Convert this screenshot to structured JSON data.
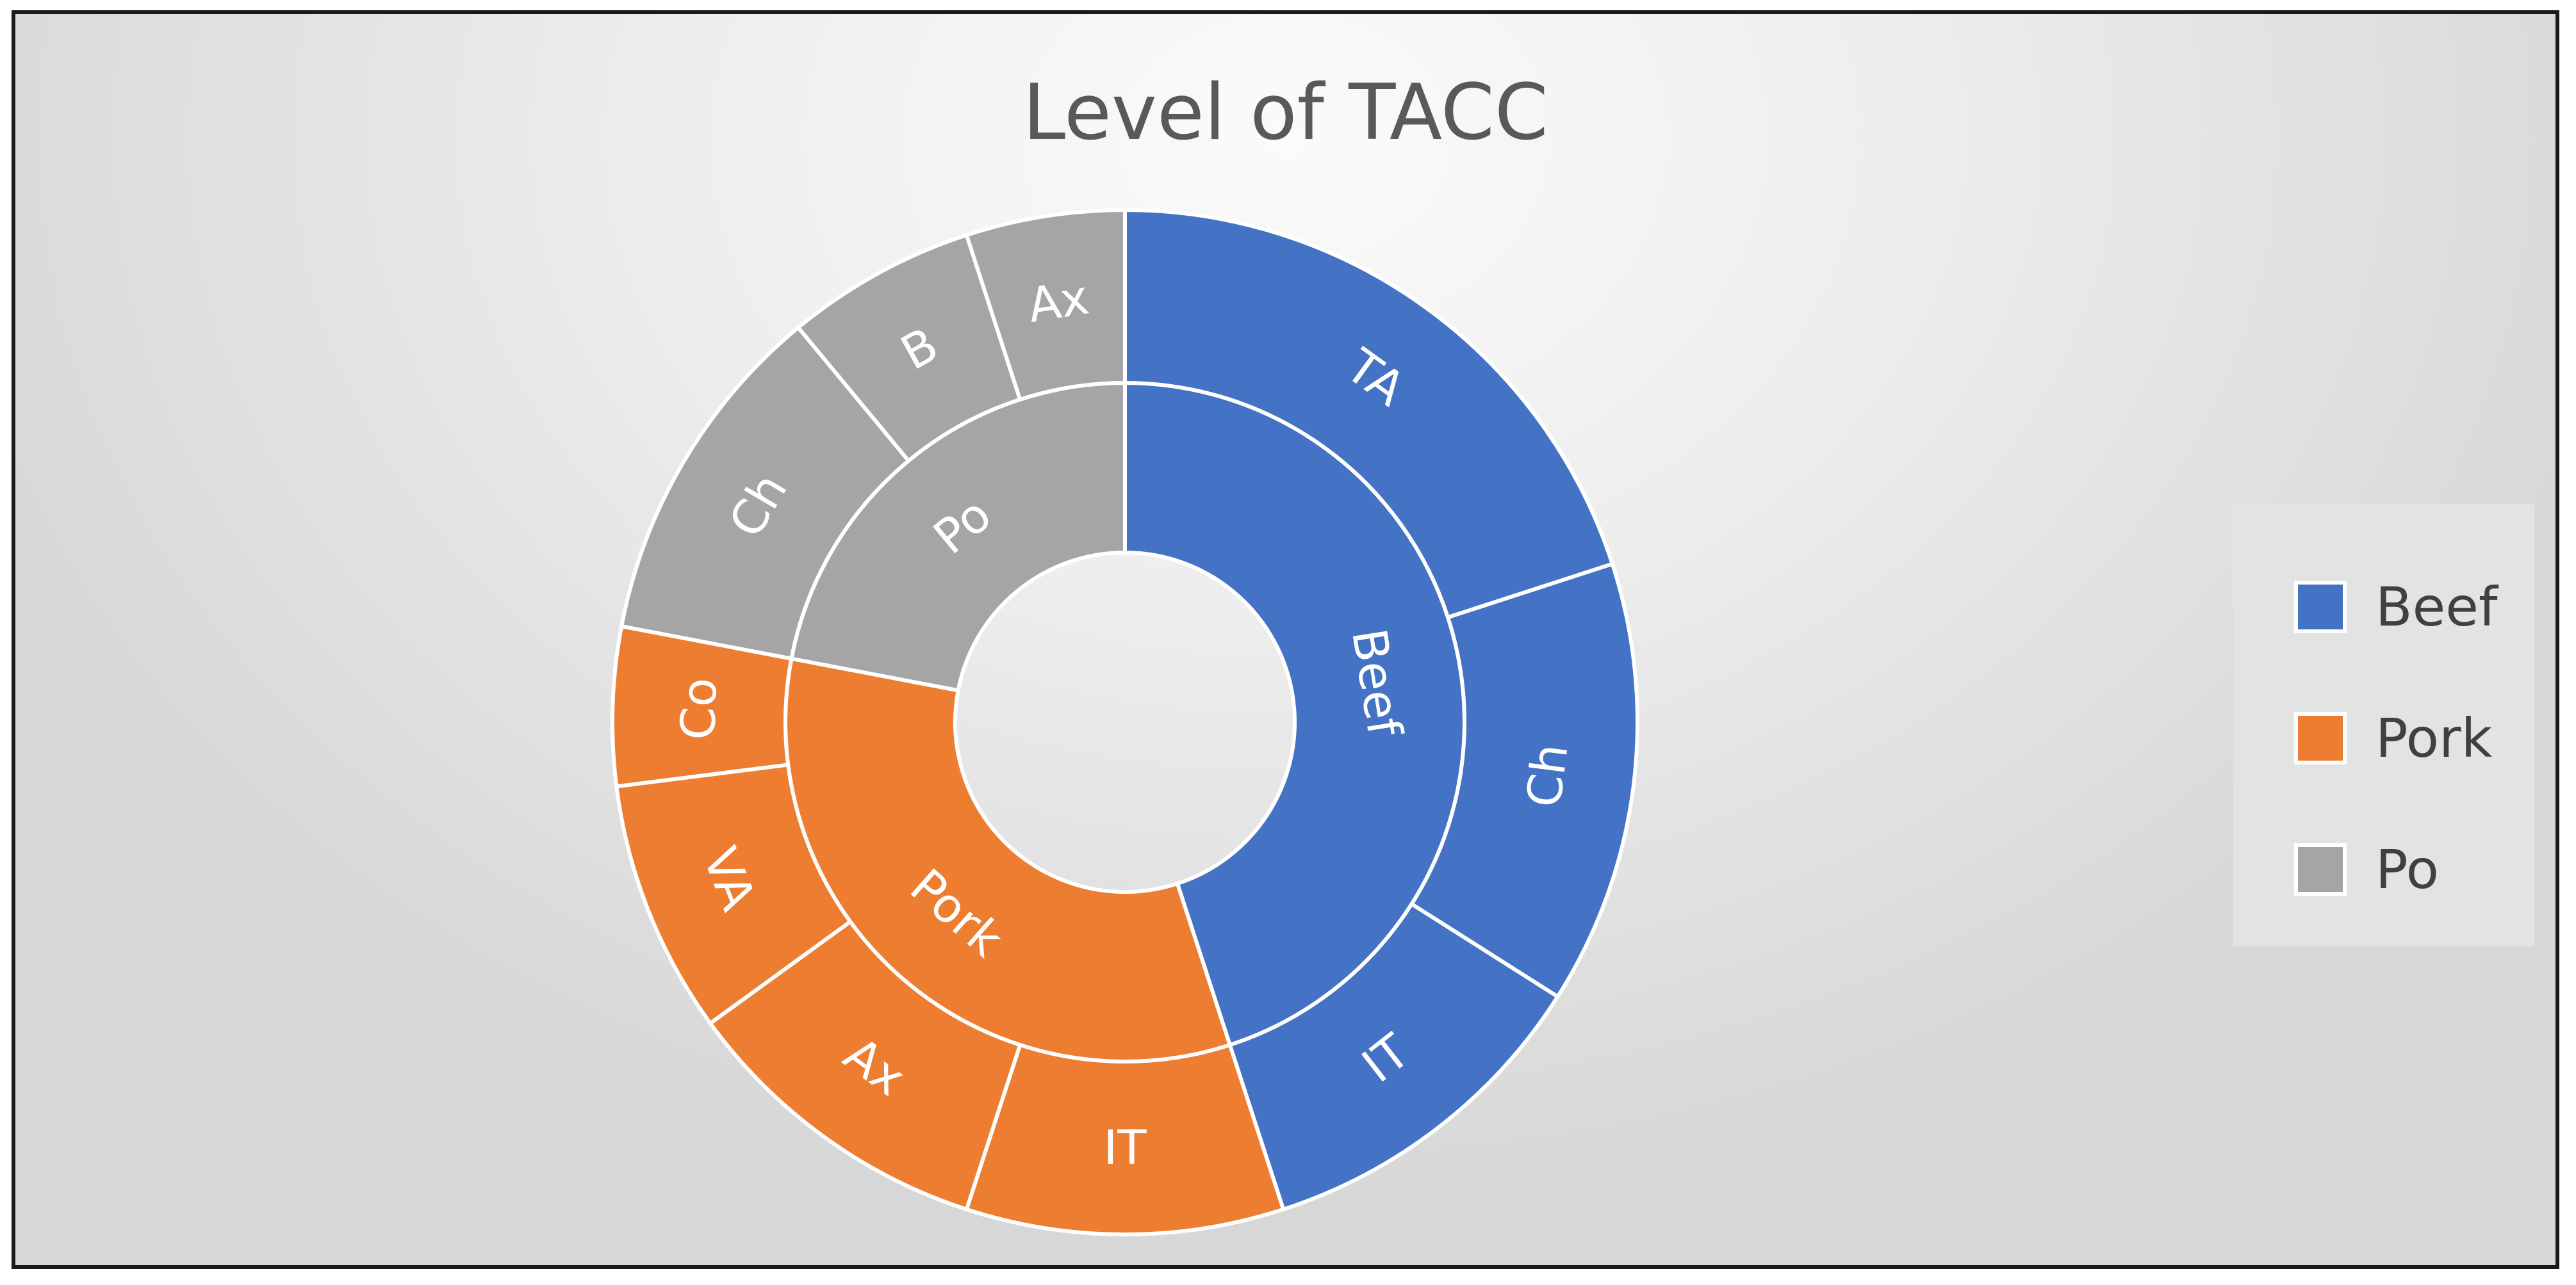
{
  "chart_data": {
    "type": "sunburst",
    "title": "Level of TACC",
    "legend_position": "right",
    "categories": [
      {
        "name": "Beef",
        "color": "#4472C4",
        "children": [
          {
            "name": "TA",
            "value": 20
          },
          {
            "name": "Ch",
            "value": 14
          },
          {
            "name": "IT",
            "value": 11
          }
        ]
      },
      {
        "name": "Pork",
        "color": "#ED7D31",
        "children": [
          {
            "name": "IT",
            "value": 10
          },
          {
            "name": "Ax",
            "value": 10
          },
          {
            "name": "VA",
            "value": 8
          },
          {
            "name": "Co",
            "value": 5
          }
        ]
      },
      {
        "name": "Po",
        "color": "#A5A5A5",
        "children": [
          {
            "name": "Ch",
            "value": 11
          },
          {
            "name": "B",
            "value": 6
          },
          {
            "name": "Ax",
            "value": 5
          }
        ]
      }
    ]
  },
  "legend": {
    "items": [
      {
        "label": "Beef",
        "color": "#4472C4"
      },
      {
        "label": "Pork",
        "color": "#ED7D31"
      },
      {
        "label": "Po",
        "color": "#A5A5A5"
      }
    ]
  }
}
